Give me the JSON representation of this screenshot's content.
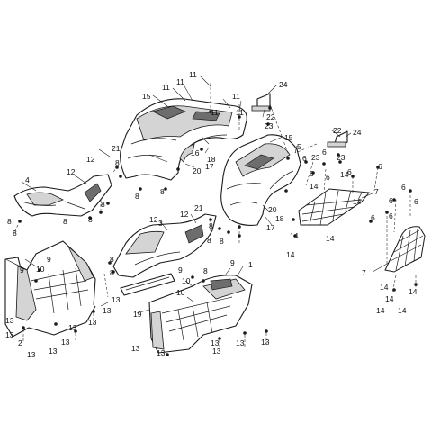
{
  "diagram": {
    "callouts": [
      {
        "id": "c-1",
        "text": "1"
      },
      {
        "id": "c-2",
        "text": "2"
      },
      {
        "id": "c-3",
        "text": "3"
      },
      {
        "id": "c-4",
        "text": "4"
      },
      {
        "id": "c-5",
        "text": "5"
      },
      {
        "id": "c-6a",
        "text": "6"
      },
      {
        "id": "c-6b",
        "text": "6"
      },
      {
        "id": "c-6c",
        "text": "6"
      },
      {
        "id": "c-6d",
        "text": "6"
      },
      {
        "id": "c-6e",
        "text": "6"
      },
      {
        "id": "c-6f",
        "text": "6"
      },
      {
        "id": "c-6g",
        "text": "6"
      },
      {
        "id": "c-6h",
        "text": "6"
      },
      {
        "id": "c-6i",
        "text": "6"
      },
      {
        "id": "c-6j",
        "text": "6"
      },
      {
        "id": "c-6k",
        "text": "6"
      },
      {
        "id": "c-7a",
        "text": "7"
      },
      {
        "id": "c-7b",
        "text": "7"
      },
      {
        "id": "c-8a",
        "text": "8"
      },
      {
        "id": "c-8b",
        "text": "8"
      },
      {
        "id": "c-8c",
        "text": "8"
      },
      {
        "id": "c-8d",
        "text": "8"
      },
      {
        "id": "c-8e",
        "text": "8"
      },
      {
        "id": "c-8f",
        "text": "8"
      },
      {
        "id": "c-8g",
        "text": "8"
      },
      {
        "id": "c-8h",
        "text": "8"
      },
      {
        "id": "c-8i",
        "text": "8"
      },
      {
        "id": "c-8j",
        "text": "8"
      },
      {
        "id": "c-8k",
        "text": "8"
      },
      {
        "id": "c-8l",
        "text": "8"
      },
      {
        "id": "c-8m",
        "text": "8"
      },
      {
        "id": "c-8n",
        "text": "8"
      },
      {
        "id": "c-9a",
        "text": "9"
      },
      {
        "id": "c-9b",
        "text": "9"
      },
      {
        "id": "c-9c",
        "text": "9"
      },
      {
        "id": "c-9d",
        "text": "9"
      },
      {
        "id": "c-10a",
        "text": "10"
      },
      {
        "id": "c-10b",
        "text": "10"
      },
      {
        "id": "c-10c",
        "text": "10"
      },
      {
        "id": "c-11a",
        "text": "11"
      },
      {
        "id": "c-11b",
        "text": "11"
      },
      {
        "id": "c-11c",
        "text": "11"
      },
      {
        "id": "c-11d",
        "text": "11"
      },
      {
        "id": "c-11e",
        "text": "11"
      },
      {
        "id": "c-11f",
        "text": "11"
      },
      {
        "id": "c-12a",
        "text": "12"
      },
      {
        "id": "c-12b",
        "text": "12"
      },
      {
        "id": "c-12c",
        "text": "12"
      },
      {
        "id": "c-12d",
        "text": "12"
      },
      {
        "id": "c-13a",
        "text": "13"
      },
      {
        "id": "c-13b",
        "text": "13"
      },
      {
        "id": "c-13c",
        "text": "13"
      },
      {
        "id": "c-13d",
        "text": "13"
      },
      {
        "id": "c-13e",
        "text": "13"
      },
      {
        "id": "c-13f",
        "text": "13"
      },
      {
        "id": "c-13g",
        "text": "13"
      },
      {
        "id": "c-13h",
        "text": "13"
      },
      {
        "id": "c-13i",
        "text": "13"
      },
      {
        "id": "c-13j",
        "text": "13"
      },
      {
        "id": "c-13k",
        "text": "13"
      },
      {
        "id": "c-13l",
        "text": "13"
      },
      {
        "id": "c-13m",
        "text": "13"
      },
      {
        "id": "c-13n",
        "text": "13"
      },
      {
        "id": "c-13o",
        "text": "13"
      },
      {
        "id": "c-14a",
        "text": "14"
      },
      {
        "id": "c-14b",
        "text": "14"
      },
      {
        "id": "c-14c",
        "text": "14"
      },
      {
        "id": "c-14d",
        "text": "14"
      },
      {
        "id": "c-14e",
        "text": "14"
      },
      {
        "id": "c-14f",
        "text": "14"
      },
      {
        "id": "c-14g",
        "text": "14"
      },
      {
        "id": "c-14h",
        "text": "14"
      },
      {
        "id": "c-14i",
        "text": "14"
      },
      {
        "id": "c-14j",
        "text": "14"
      },
      {
        "id": "c-14k",
        "text": "14"
      },
      {
        "id": "c-15a",
        "text": "15"
      },
      {
        "id": "c-15b",
        "text": "15"
      },
      {
        "id": "c-16",
        "text": "16"
      },
      {
        "id": "c-17a",
        "text": "17"
      },
      {
        "id": "c-17b",
        "text": "17"
      },
      {
        "id": "c-18a",
        "text": "18"
      },
      {
        "id": "c-18b",
        "text": "18"
      },
      {
        "id": "c-19",
        "text": "19"
      },
      {
        "id": "c-20a",
        "text": "20"
      },
      {
        "id": "c-20b",
        "text": "20"
      },
      {
        "id": "c-21a",
        "text": "21"
      },
      {
        "id": "c-21b",
        "text": "21"
      },
      {
        "id": "c-22a",
        "text": "22"
      },
      {
        "id": "c-22b",
        "text": "22"
      },
      {
        "id": "c-23a",
        "text": "23"
      },
      {
        "id": "c-23b",
        "text": "23"
      },
      {
        "id": "c-23c",
        "text": "23"
      },
      {
        "id": "c-24a",
        "text": "24"
      },
      {
        "id": "c-24b",
        "text": "24"
      }
    ]
  }
}
